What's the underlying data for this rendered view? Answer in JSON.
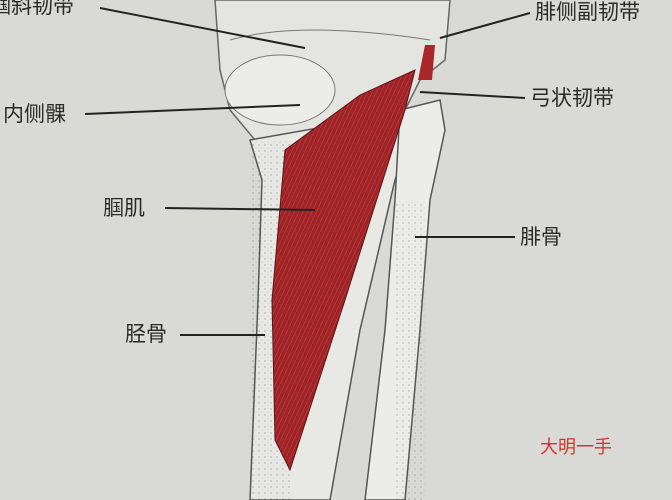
{
  "labels": {
    "oblique_popliteal_ligament": "腘斜韧带",
    "fibular_collateral_ligament": "腓侧副韧带",
    "medial_condyle": "内侧髁",
    "arcuate_ligament": "弓状韧带",
    "popliteus": "腘肌",
    "fibula": "腓骨",
    "tibia": "胫骨"
  },
  "watermark": "大明一手",
  "colors": {
    "muscle": "#a8282a",
    "bone": "#e6e6e2",
    "background": "#d9dad6",
    "watermark": "#d8322a"
  }
}
